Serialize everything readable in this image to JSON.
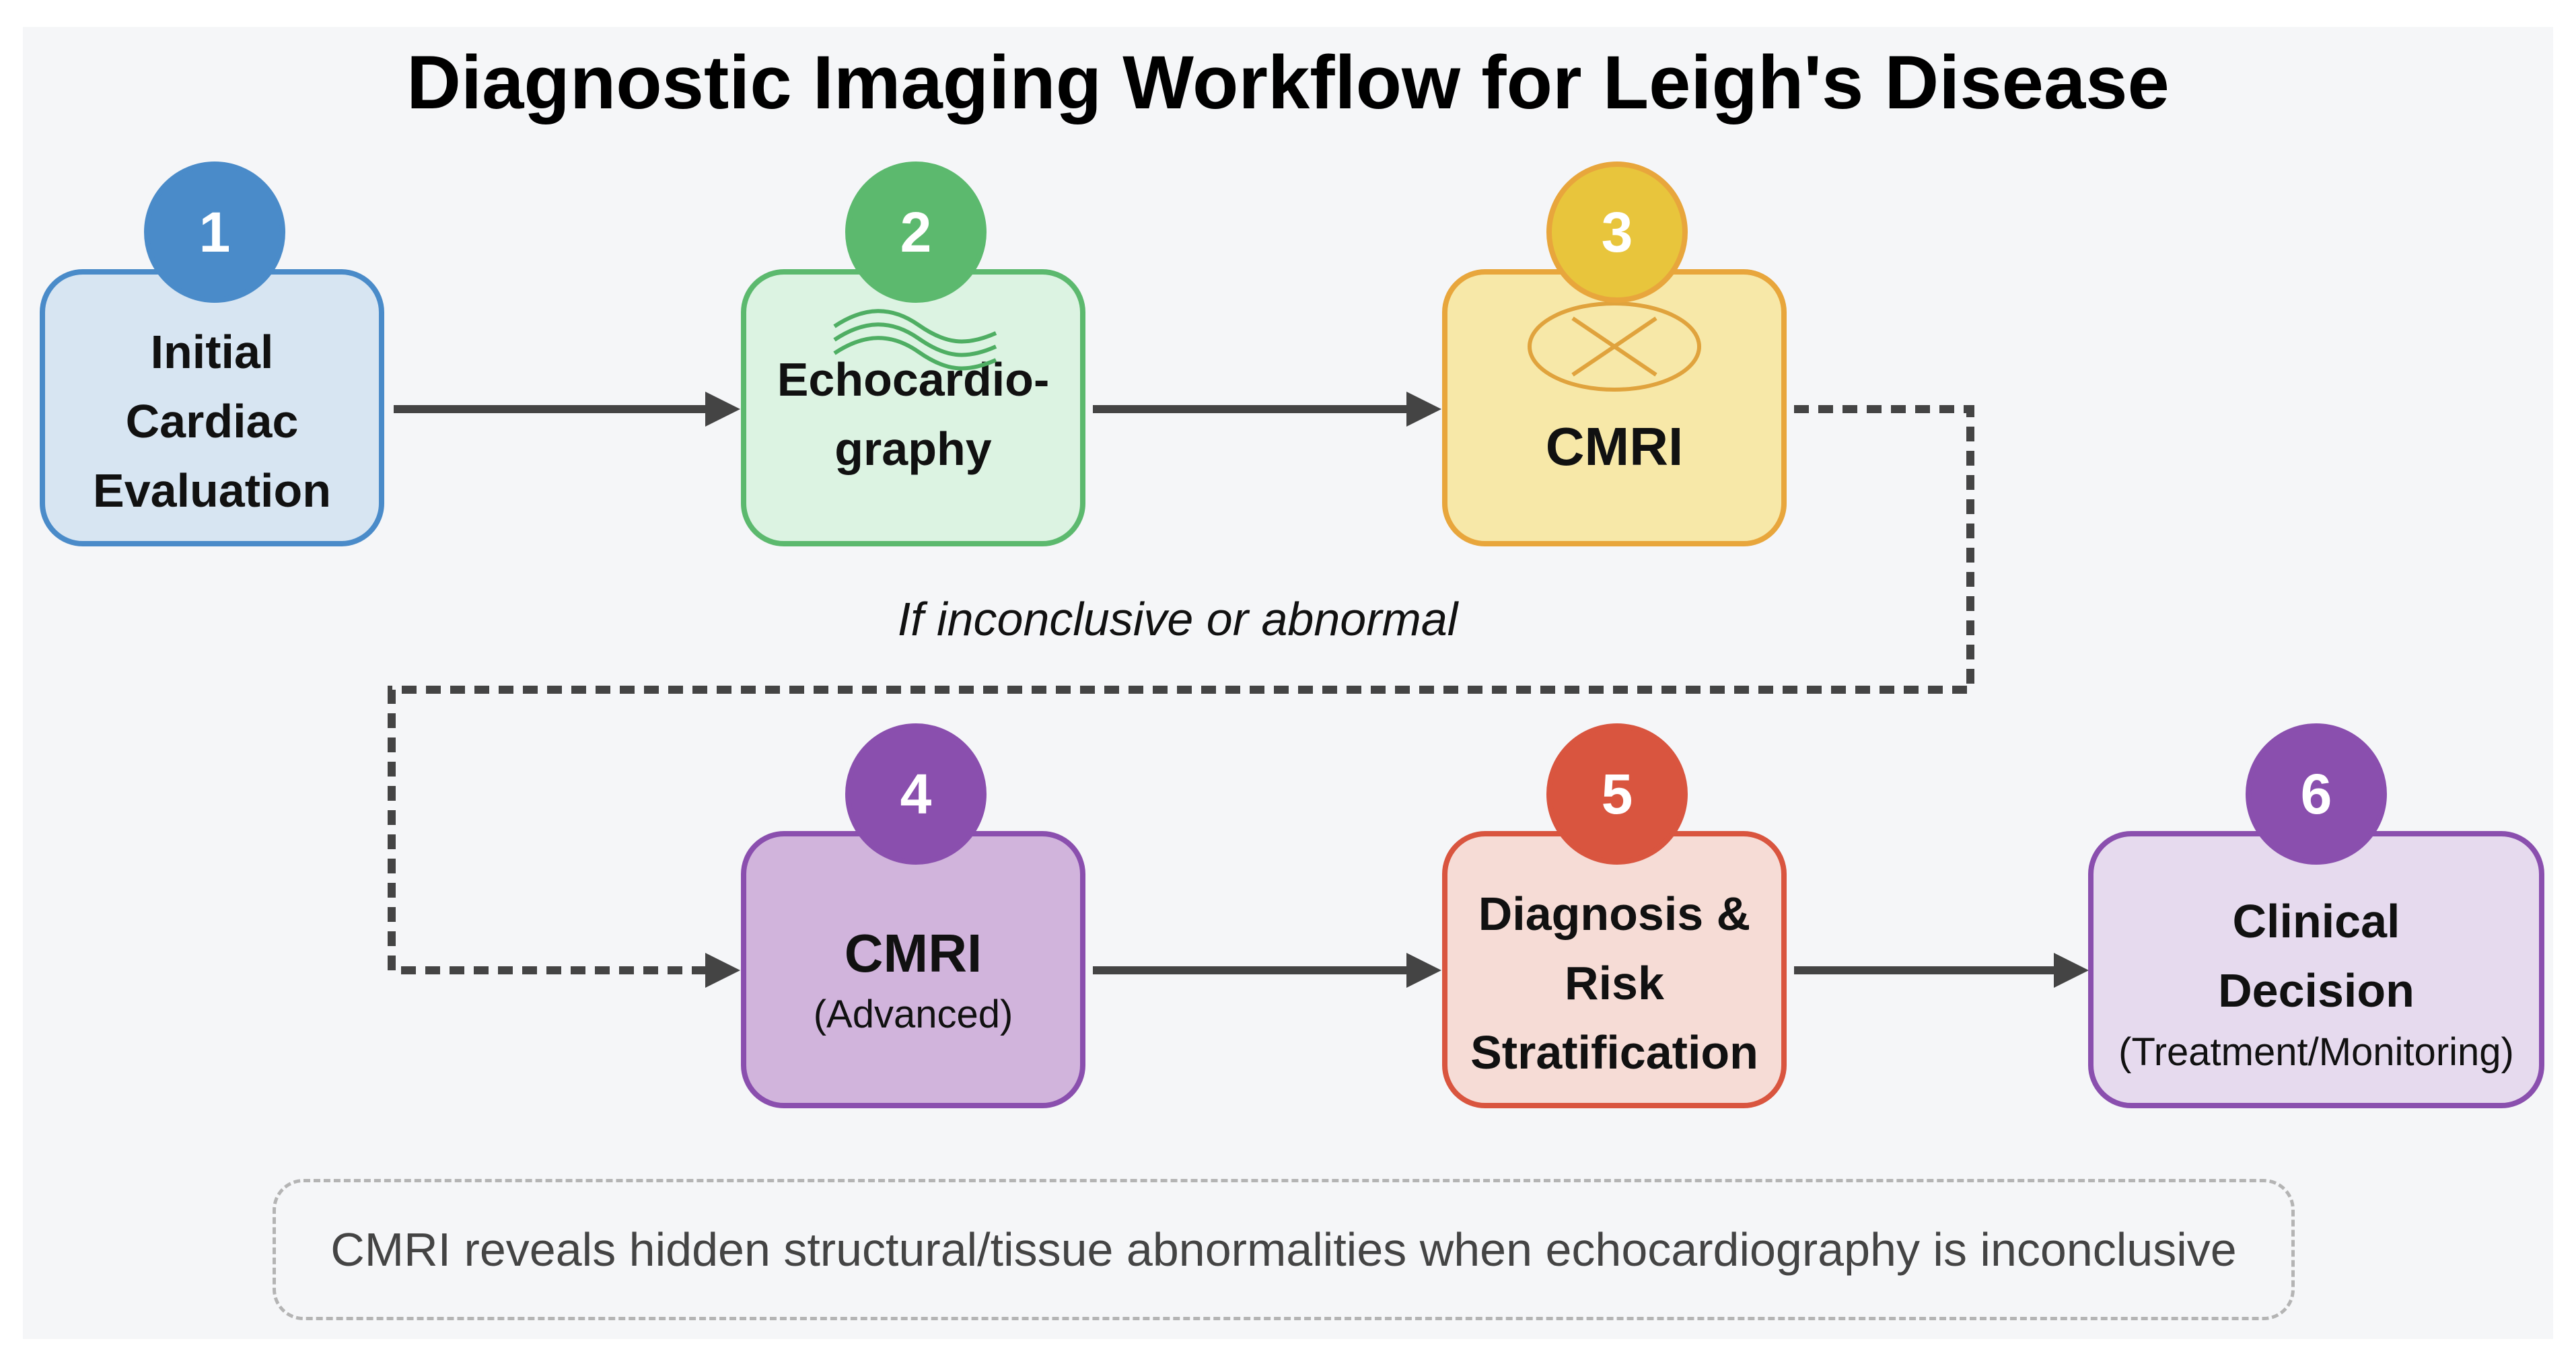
{
  "title": "Diagnostic Imaging Workflow for Leigh's Disease",
  "steps": [
    {
      "number": "1",
      "label": "Initial\nCardiac\nEvaluation",
      "sublabel": "",
      "icon": "",
      "color": "#4a8bc9",
      "fill": "#d7e5f2"
    },
    {
      "number": "2",
      "label": "Echocardio-\ngraphy",
      "sublabel": "",
      "icon": "ultrasound-waves-icon",
      "color": "#5cb96e",
      "fill": "#dcf3e2"
    },
    {
      "number": "3",
      "label": "CMRI",
      "sublabel": "",
      "icon": "mri-scanner-icon",
      "color": "#e8a63c",
      "fill": "#f7e8a8"
    },
    {
      "number": "4",
      "label": "CMRI",
      "sublabel": "(Advanced)",
      "icon": "",
      "color": "#8a4fae",
      "fill": "#d1b4dc"
    },
    {
      "number": "5",
      "label": "Diagnosis &\nRisk\nStratification",
      "sublabel": "",
      "icon": "",
      "color": "#d9553f",
      "fill": "#f6dcd6"
    },
    {
      "number": "6",
      "label": "Clinical\nDecision",
      "sublabel": "(Treatment/Monitoring)",
      "icon": "",
      "color": "#8a4fae",
      "fill": "#e6daee"
    }
  ],
  "badge_colors": [
    "#4a8bc9",
    "#5cb96e",
    "#e8c53c",
    "#8a4fae",
    "#d9553f",
    "#8a4fae"
  ],
  "condition_label": "If inconclusive or abnormal",
  "note": "CMRI reveals hidden structural/tissue abnormalities when echocardiography is inconclusive"
}
